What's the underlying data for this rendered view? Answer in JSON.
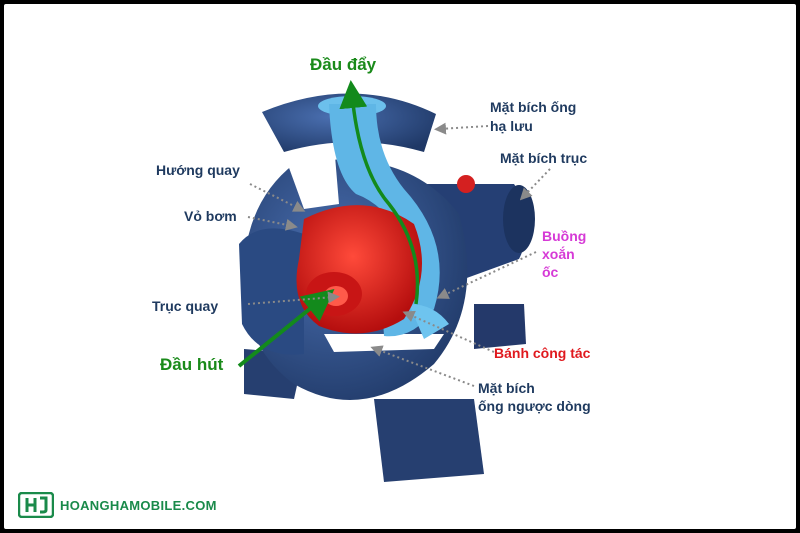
{
  "labels": {
    "discharge": "Đầu đẩy",
    "suction": "Đầu hút",
    "rotation": "Hướng quay",
    "casing": "Vỏ bơm",
    "shaft": "Trục quay",
    "discharge_flange_line1": "Mặt bích ống",
    "discharge_flange_line2": "hạ lưu",
    "shaft_flange": "Mặt bích trục",
    "volute_line1": "Buồng",
    "volute_line2": "xoắn",
    "volute_line3": "ốc",
    "impeller": "Bánh công tác",
    "suction_flange_line1": "Mặt bích",
    "suction_flange_line2": "ống ngược dòng"
  },
  "logo": {
    "text": "HOANGHAMOBILE.COM"
  },
  "colors": {
    "pump_body": "#2d4f8a",
    "water": "#5fb6e6",
    "impeller": "#e01818",
    "arrow_green": "#138a1c",
    "label_navy": "#1f3a5f",
    "label_magenta": "#d63ad6",
    "label_red": "#e0191e"
  }
}
